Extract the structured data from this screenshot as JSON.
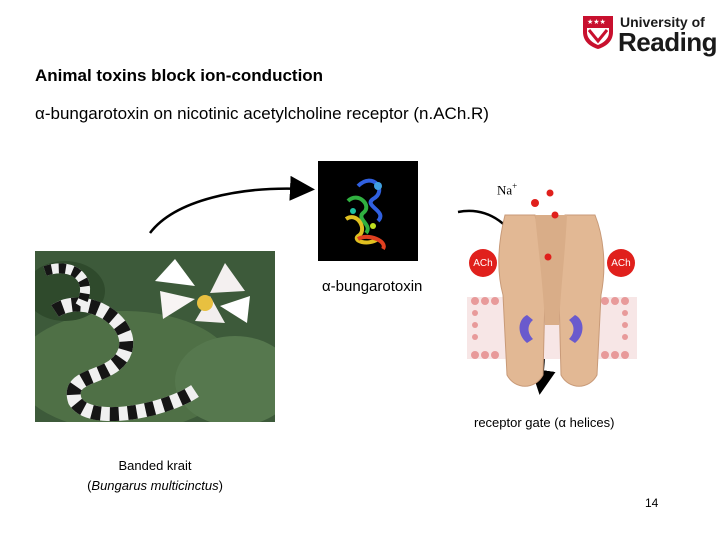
{
  "logo": {
    "line1": "University of",
    "line2": "Reading"
  },
  "slide": {
    "title": "Animal toxins block ion-conduction",
    "subtitle_symbol": "α",
    "subtitle_text": "-bungarotoxin on nicotinic acetylcholine receptor (n.ACh.R)",
    "toxin_symbol": "α",
    "toxin_text": "-bungarotoxin",
    "na_label": "Na",
    "na_sup": "+",
    "ach_label": "ACh",
    "gate_prefix": "receptor gate (",
    "gate_symbol": "α",
    "gate_suffix": " helices)",
    "caption_line1": "Banded krait",
    "caption_line2_open": "(",
    "caption_line2_italic": "Bungarus multicinctus",
    "caption_line2_close": ")",
    "page_number": "14"
  },
  "colors": {
    "logo_red": "#c8102e",
    "ach_red": "#e0201c",
    "receptor_fill": "#e2b894",
    "helix_purple": "#6a5acd",
    "membrane_pink": "#e89a9a"
  }
}
